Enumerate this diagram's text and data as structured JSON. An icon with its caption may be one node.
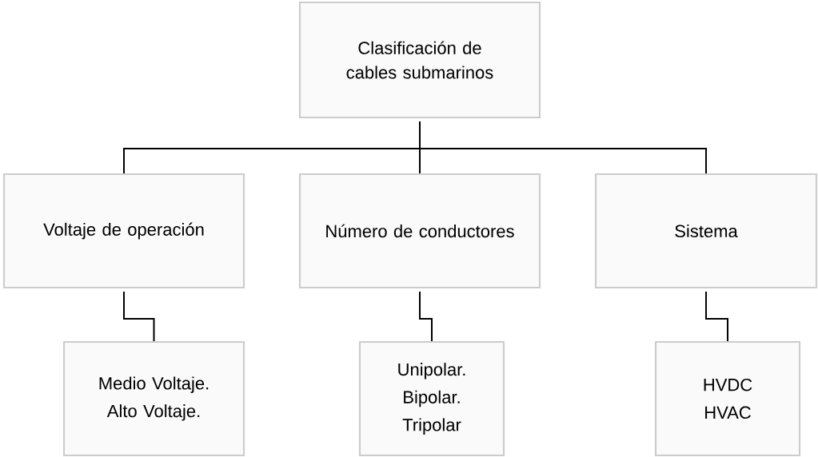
{
  "diagram": {
    "nodes": [
      {
        "text": [
          "Clasificación de cables submarinos"
        ]
      },
      {
        "text": [
          "Voltaje de operación"
        ]
      },
      {
        "text": [
          "Número de conductores"
        ]
      },
      {
        "text": [
          "Sistema"
        ]
      },
      {
        "text": [
          "Medio Voltaje.",
          "Alto Voltaje."
        ]
      },
      {
        "text": [
          "Unipolar.",
          "Bipolar.",
          "Tripolar"
        ]
      },
      {
        "text": [
          "HVDC",
          "HVAC"
        ]
      }
    ],
    "edges": [
      {
        "from": 0,
        "to": 1,
        "arrow": "none"
      },
      {
        "from": 0,
        "to": 2,
        "arrow": "none"
      },
      {
        "from": 0,
        "to": 3,
        "arrow": "none"
      },
      {
        "from": 1,
        "to": 4,
        "arrow": "none"
      },
      {
        "from": 2,
        "to": 5,
        "arrow": "none"
      },
      {
        "from": 3,
        "to": 6,
        "arrow": "none"
      }
    ]
  }
}
